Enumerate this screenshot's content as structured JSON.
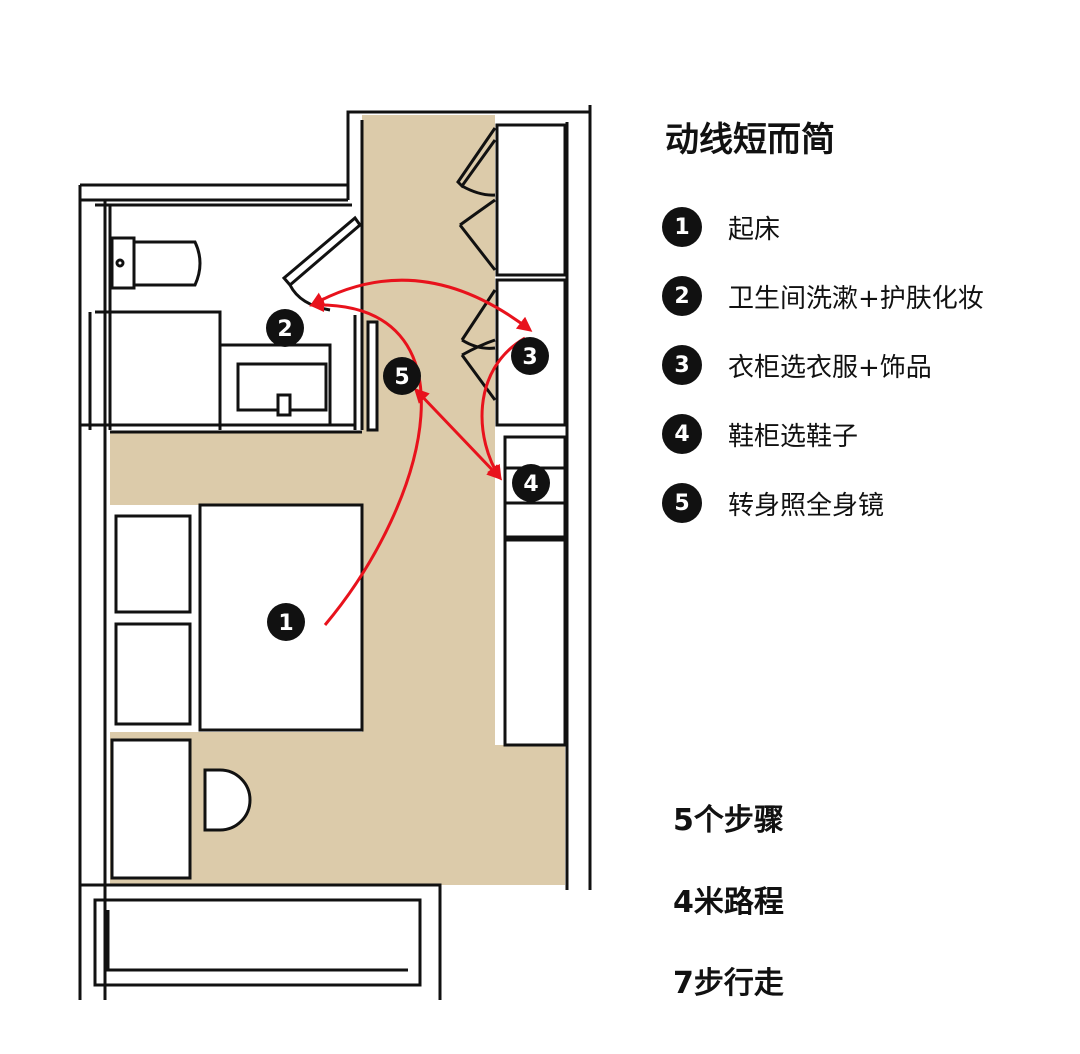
{
  "title": "动线短而简",
  "steps": [
    {
      "n": "1",
      "label": "起床"
    },
    {
      "n": "2",
      "label": "卫生间洗漱+护肤化妆"
    },
    {
      "n": "3",
      "label": "衣柜选衣服+饰品"
    },
    {
      "n": "4",
      "label": "鞋柜选鞋子"
    },
    {
      "n": "5",
      "label": "转身照全身镜"
    }
  ],
  "stats": [
    "5个步骤",
    "4米路程",
    "7步行走"
  ],
  "colors": {
    "floor": "#dccbaa",
    "path": "#e8121c",
    "marker": "#111111"
  }
}
